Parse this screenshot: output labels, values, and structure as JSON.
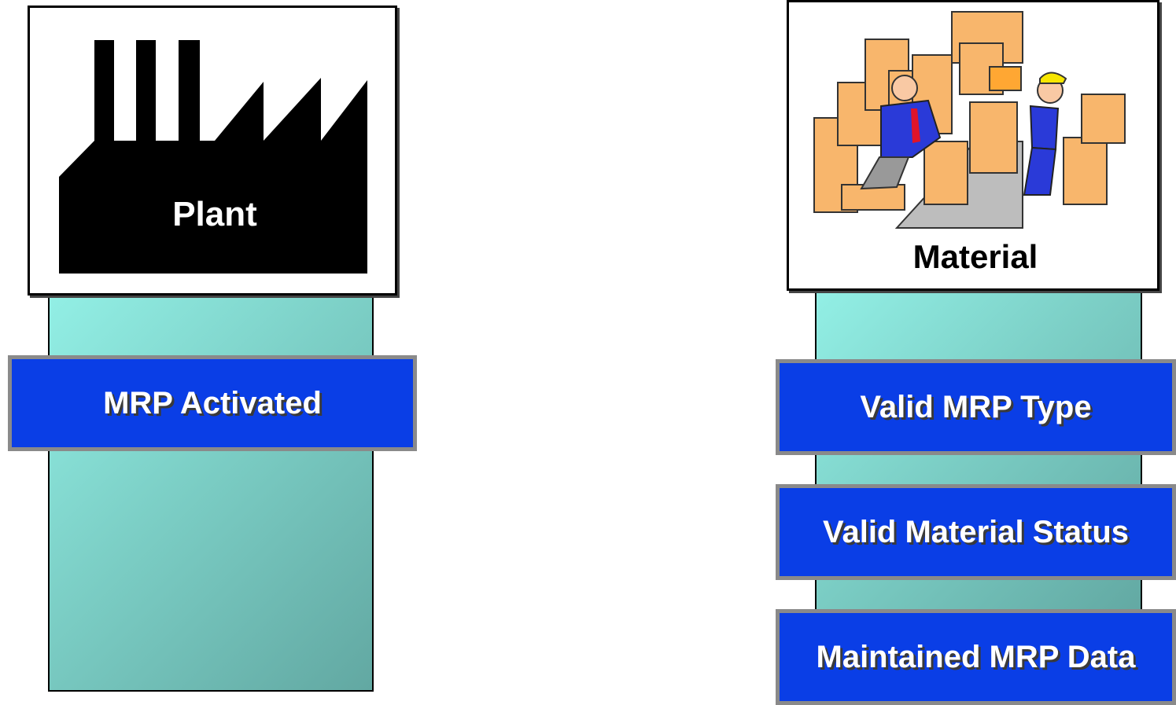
{
  "plant": {
    "title": "Plant",
    "condition": "MRP Activated",
    "icon": "factory-icon"
  },
  "material": {
    "title": "Material",
    "conditions": [
      "Valid MRP Type",
      "Valid Material Status",
      "Maintained MRP Data"
    ],
    "icon": "warehouse-workers-icon"
  },
  "colors": {
    "bar_fill": "#0a3ee6",
    "bar_border": "#8a8a8a",
    "pillar_light": "#93f0e6",
    "pillar_dark": "#62a8a2"
  }
}
